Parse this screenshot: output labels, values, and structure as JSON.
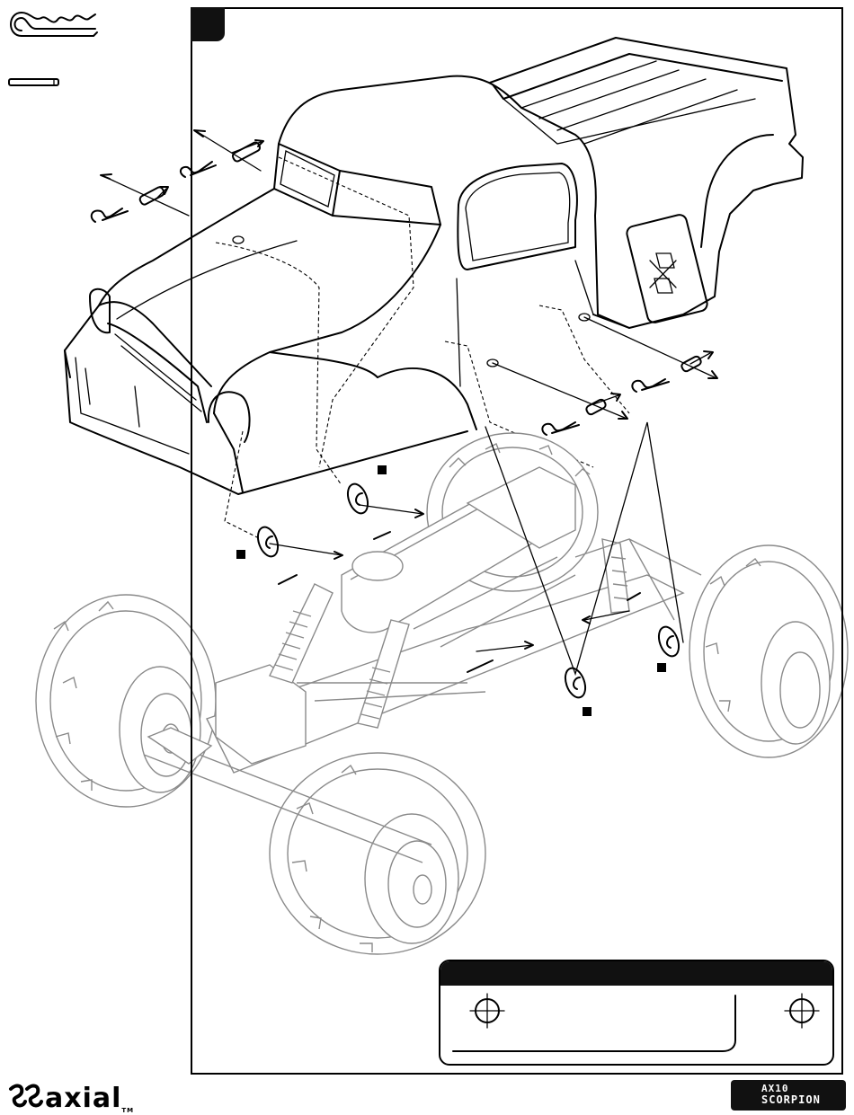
{
  "page": {
    "brand": {
      "wordmark": "axial",
      "trademark": "TM"
    },
    "model_badge": {
      "line1": "AX10",
      "line2": "SCORPION"
    },
    "legend": {
      "icons": [
        "body-clip-icon",
        "body-pin-icon"
      ]
    },
    "callout_markers": 4,
    "parts_panel": {
      "icons": [
        "crosshair-icon",
        "crosshair-icon"
      ]
    },
    "colors": {
      "ink": "#000000",
      "grey_line": "#8a8a8a",
      "panel_fill": "#111111"
    }
  }
}
